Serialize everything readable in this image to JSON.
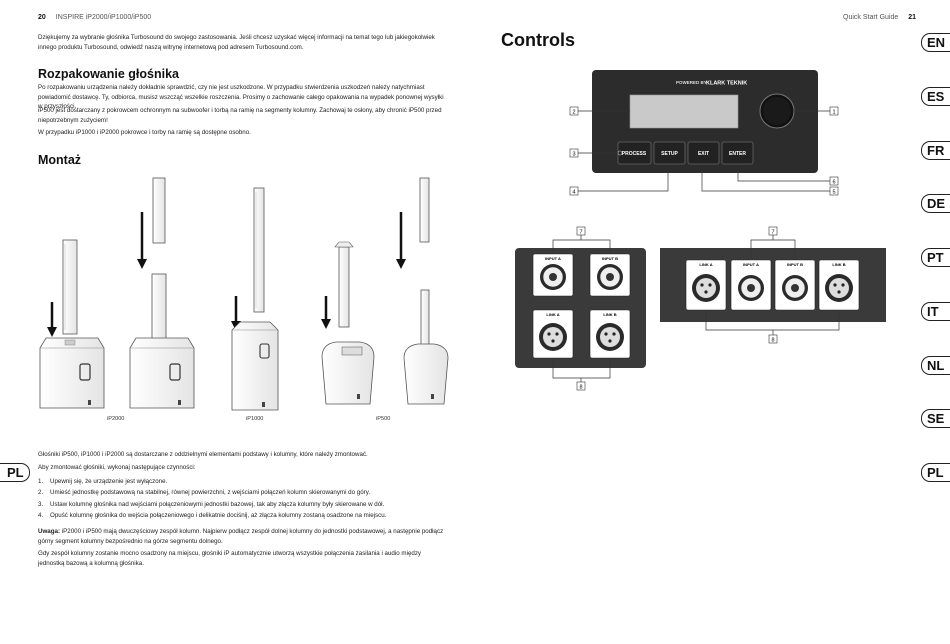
{
  "header": {
    "left_page_number": "20",
    "left_title": "INSPIRE iP2000/iP1000/iP500",
    "right_title": "Quick Start Guide",
    "right_page_number": "21"
  },
  "intro": "Dziękujemy za wybranie głośnika Turbosound do swojego zastosowania. Jeśli chcesz uzyskać więcej informacji na temat tego lub jakiegokolwiek innego produktu Turbosound, odwiedź naszą witrynę internetową pod adresem Turbosound.com.",
  "unpacking": {
    "title": "Rozpakowanie głośnika",
    "p1": "Po rozpakowaniu urządzenia należy dokładnie sprawdzić, czy nie jest uszkodzone. W przypadku stwierdzenia uszkodzeń należy natychmiast powiadomić dostawcę. Ty, odbiorca, musisz wszcząć wszelkie roszczenia. Prosimy o zachowanie całego opakowania na wypadek ponownej wysyłki w przyszłości.",
    "p2": "iP500 jest dostarczany z pokrowcem ochronnym na subwoofer i torbą na ramię na segmenty kolumny. Zachowaj te osłony, aby chronić iP500 przed niepotrzebnym zużyciem!",
    "p3": "W przypadku iP1000 i iP2000 pokrowce i torby na ramię są dostępne osobno."
  },
  "mounting": {
    "title": "Montaż",
    "captions": [
      "iP2000",
      "iP1000",
      "iP500"
    ],
    "p1": "Głośniki iP500, iP1000 i iP2000 są dostarczane z oddzielnymi elementami podstawy i kolumny, które należy zmontować.",
    "p2": "Aby zmontować głośniki, wykonaj następujące czynności:",
    "steps": [
      {
        "n": "1.",
        "text": "Upewnij się, że urządzenie jest wyłączone."
      },
      {
        "n": "2.",
        "text": "Umieść jednostkę podstawową na stabilnej, równej powierzchni, z wejściami połączeń kolumn skierowanymi do góry."
      },
      {
        "n": "3.",
        "text": "Ustaw kolumnę głośnika nad wejściami połączeniowymi jednostki bazowej, tak aby złącza kolumny były skierowane w dół."
      },
      {
        "n": "4.",
        "text": "Opuść kolumnę głośnika do wejścia połączeniowego i delikatnie dociśnij, aż złącza kolumny zostaną osadzone na miejscu."
      }
    ],
    "note_label": "Uwaga:",
    "note": "iP2000 i iP500 mają dwuczęściowy zespół kolumn. Najpierw podłącz zespół dolnej kolumny do jednostki podstawowej, a następnie podłącz górny segment kolumny bezpośrednio na górze segmentu dolnego.",
    "p3": "Gdy zespół kolumny zostanie mocno osadzony na miejscu, głośniki iP automatycznie utworzą wszystkie połączenia zasilania i audio między jednostką bazową a kolumną głośnika."
  },
  "controls": {
    "title": "Controls",
    "powered_by": "POWERED BY",
    "brand": "KLARK TEKNIK",
    "buttons": [
      "PROCESS",
      "SETUP",
      "EXIT",
      "ENTER"
    ],
    "callouts": [
      "1",
      "2",
      "3",
      "4",
      "5",
      "6",
      "7",
      "8"
    ],
    "jacks_left": [
      "INPUT A",
      "INPUT B",
      "LINK A",
      "LINK B"
    ],
    "jacks_right": [
      "LINK A",
      "INPUT A",
      "INPUT B",
      "LINK B"
    ]
  },
  "languages": [
    "EN",
    "ES",
    "FR",
    "DE",
    "PT",
    "IT",
    "NL",
    "SE",
    "PL"
  ],
  "left_tab": "PL"
}
